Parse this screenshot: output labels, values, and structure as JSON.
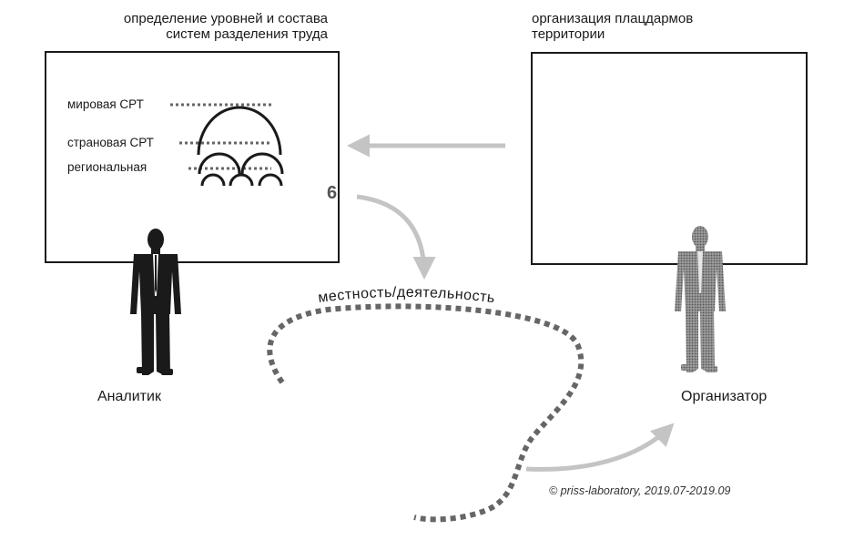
{
  "left_panel": {
    "title_line1": "определение уровней и состава",
    "title_line2": "систем разделения труда",
    "levels": [
      "мировая СРТ",
      "страновая СРТ",
      "региональная"
    ]
  },
  "right_panel": {
    "title_line1": "организация плацдармов",
    "title_line2": "территории"
  },
  "step_number": "6",
  "path_label": "местность/деятельность",
  "roles": {
    "left": "Аналитик",
    "right": "Организатор"
  },
  "credit": "© priss-laboratory, 2019.07-2019.09",
  "colors": {
    "ink": "#1a1a1a",
    "arrow": "#c4c4c4",
    "dashed_path": "#666666",
    "scale_dots": "#666666",
    "organizer_figure": "#7d7d7d"
  }
}
